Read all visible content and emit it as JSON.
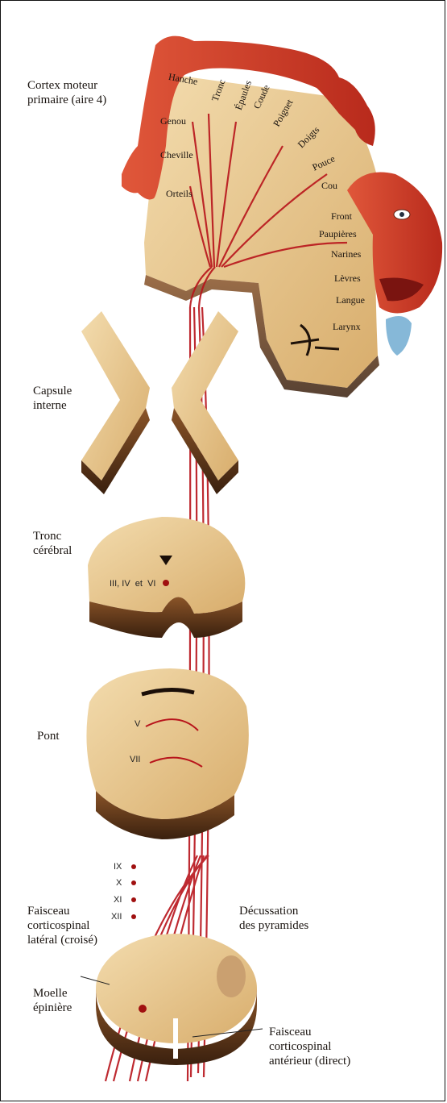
{
  "labels": {
    "cortex": "Cortex moteur\nprimaire (aire 4)",
    "capsule": "Capsule\ninterne",
    "tronc": "Tronc\ncérébral",
    "pont": "Pont",
    "faisceau_lateral": "Faisceau\ncorticospinal\nlatéral (croisé)",
    "moelle": "Moelle\népinière",
    "decussation": "Décussation\ndes pyramides",
    "faisceau_anterieur": "Faisceau\ncorticospinal\nantérieur (direct)"
  },
  "homunculus": [
    "Hanche",
    "Tronc",
    "Épaules",
    "Coude",
    "Poignet",
    "Doigts",
    "Pouce",
    "Cou",
    "Front",
    "Paupières",
    "Narines",
    "Lèvres",
    "Langue",
    "Larynx",
    "Genou",
    "Cheville",
    "Orteils"
  ],
  "nuclei": {
    "brainstem": "III, IV  et  VI",
    "pont_v": "V",
    "pont_vii": "VII",
    "medulla": [
      "IX",
      "X",
      "XI",
      "XII"
    ]
  },
  "colors": {
    "tissue": "#e8c78c",
    "tissue_dark": "#7a4a22",
    "fiber": "#b8141b",
    "homunculus": "#c83c28"
  }
}
